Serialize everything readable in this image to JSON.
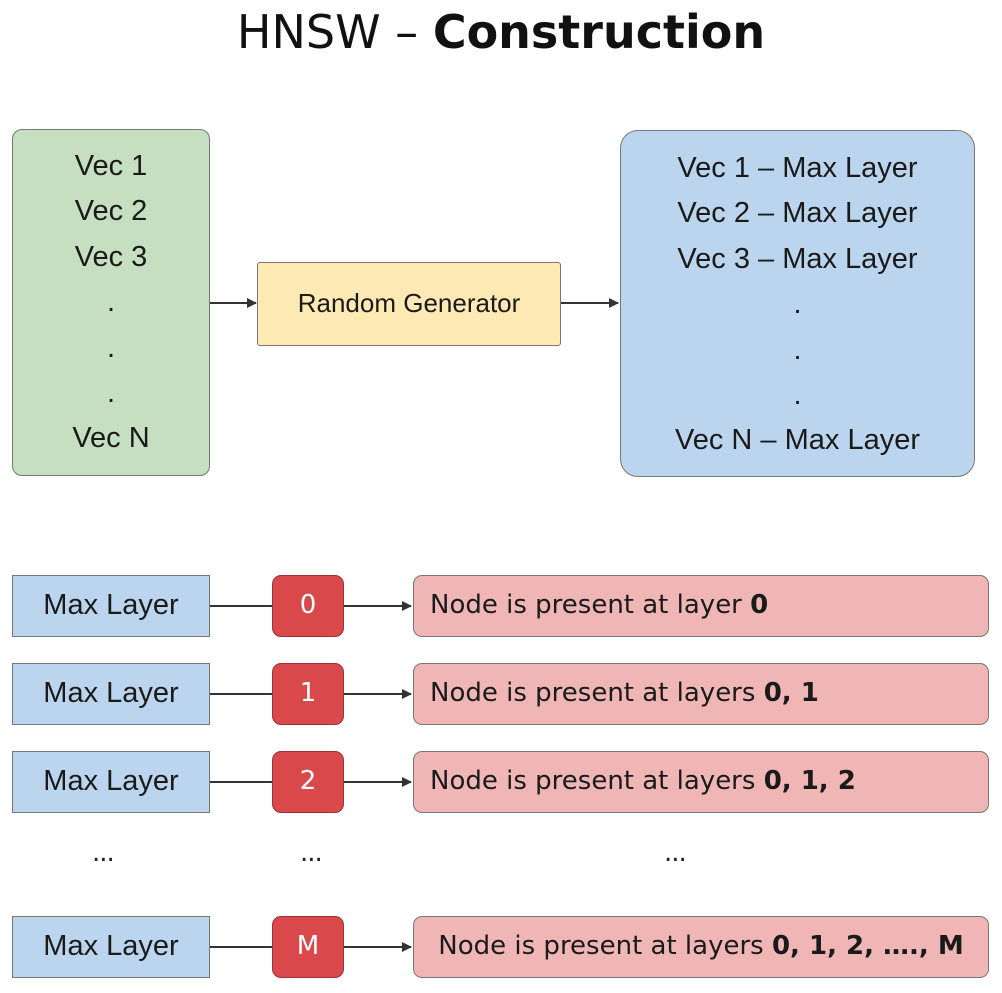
{
  "title": {
    "light": "HNSW – ",
    "bold": "Construction"
  },
  "input_vectors": [
    "Vec 1",
    "Vec 2",
    "Vec 3",
    ".",
    ".",
    ".",
    "Vec N"
  ],
  "generator_label": "Random Generator",
  "output_vectors": [
    "Vec 1 – Max Layer",
    "Vec 2 – Max Layer",
    "Vec 3 – Max Layer",
    ".",
    ".",
    ".",
    "Vec N – Max Layer"
  ],
  "rows": [
    {
      "label": "Max Layer",
      "value": "0",
      "text": "Node is present at layer ",
      "bold": "0"
    },
    {
      "label": "Max Layer",
      "value": "1",
      "text": "Node is present at layers ",
      "bold": "0, 1"
    },
    {
      "label": "Max Layer",
      "value": "2",
      "text": "Node is present at layers ",
      "bold": "0, 1, 2"
    },
    {
      "label": "Max Layer",
      "value": "M",
      "text": "Node is present at layers ",
      "bold": "0, 1, 2, …., M"
    }
  ],
  "ellipsis": "...",
  "colors": {
    "input_box": "#c5dfc0",
    "output_box": "#bcd5ee",
    "generator_box": "#fde9b3",
    "layer_box": "#bcd5ee",
    "value_box": "#d9494c",
    "result_box": "#f0b6b6"
  }
}
